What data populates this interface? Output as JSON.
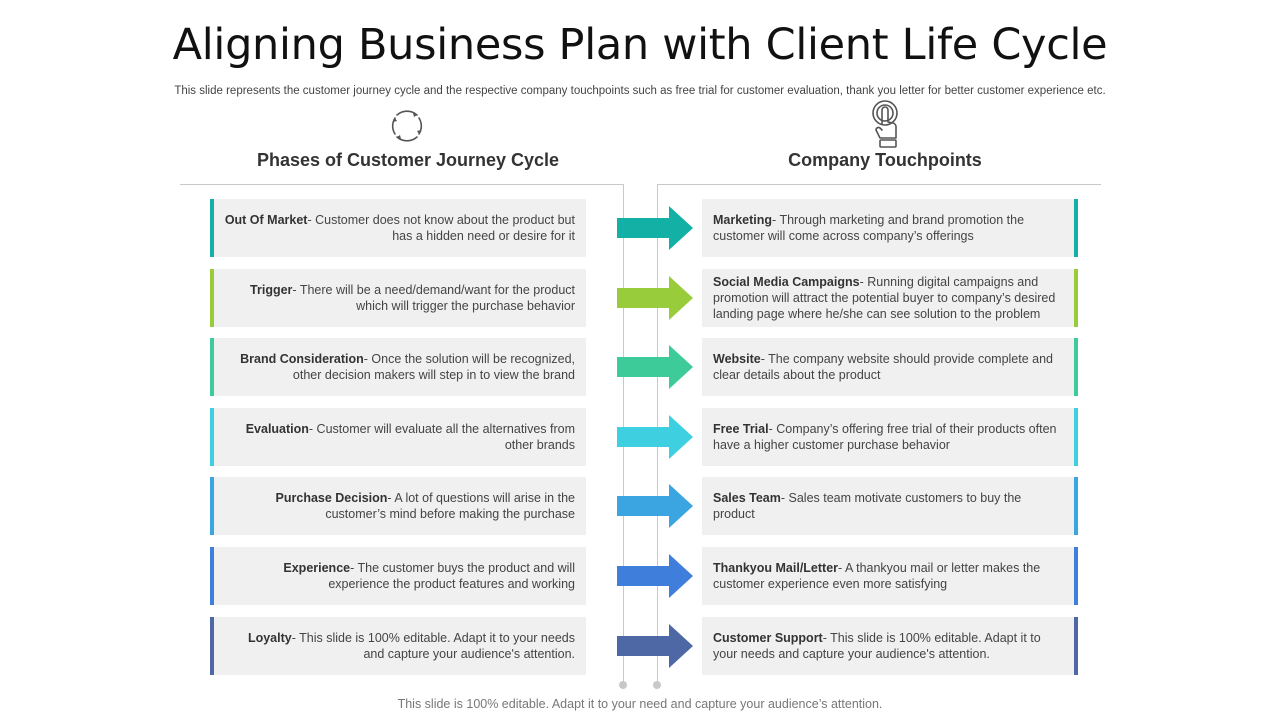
{
  "title": "Aligning Business Plan with Client Life Cycle",
  "subtitle": "This slide represents the customer journey cycle and the respective company touchpoints such as free trial for customer evaluation, thank you letter for better customer experience etc.",
  "left_heading": "Phases of Customer Journey Cycle",
  "right_heading": "Company Touchpoints",
  "footer": "This slide is 100% editable. Adapt it to your need and capture your audience’s attention.",
  "icons": {
    "left": "refresh-cycle-icon",
    "right": "touch-finger-icon"
  },
  "colors": [
    "#13b0a5",
    "#98cc3a",
    "#3ecb9a",
    "#3ecfe0",
    "#3aa5e0",
    "#3f7fdb",
    "#4e68a6"
  ],
  "rows": [
    {
      "phase_label": "Out Of Market",
      "phase_text": "- Customer does not know about the product but has a hidden need or desire for it",
      "touch_label": "Marketing",
      "touch_text": "- Through marketing and brand promotion the customer will come across company’s offerings"
    },
    {
      "phase_label": "Trigger",
      "phase_text": "- There will be a need/demand/want for the product which will trigger the purchase behavior",
      "touch_label": "Social Media Campaigns",
      "touch_text": "- Running digital campaigns and promotion will attract the potential buyer to company’s desired landing page where he/she can see solution to the problem"
    },
    {
      "phase_label": "Brand Consideration",
      "phase_text": "- Once the solution will be recognized, other decision makers will step in to view the brand",
      "touch_label": "Website",
      "touch_text": "- The company website should provide complete and clear details about the product"
    },
    {
      "phase_label": "Evaluation",
      "phase_text": "- Customer will evaluate all the alternatives from other brands",
      "touch_label": "Free Trial",
      "touch_text": "- Company’s offering free trial of their products often have a higher customer purchase behavior"
    },
    {
      "phase_label": "Purchase Decision",
      "phase_text": "- A lot of questions will arise in the customer’s mind before making the purchase",
      "touch_label": "Sales Team",
      "touch_text": "- Sales team motivate customers to buy the product"
    },
    {
      "phase_label": "Experience",
      "phase_text": "- The customer buys the product and will experience the product features and working",
      "touch_label": "Thankyou Mail/Letter",
      "touch_text": "- A thankyou mail or letter makes the customer experience even more satisfying"
    },
    {
      "phase_label": "Loyalty",
      "phase_text": "- This slide is 100% editable. Adapt it to your needs and capture your audience's attention.",
      "touch_label": "Customer Support",
      "touch_text": "- This slide is 100% editable. Adapt it to your needs and capture your audience's attention."
    }
  ]
}
